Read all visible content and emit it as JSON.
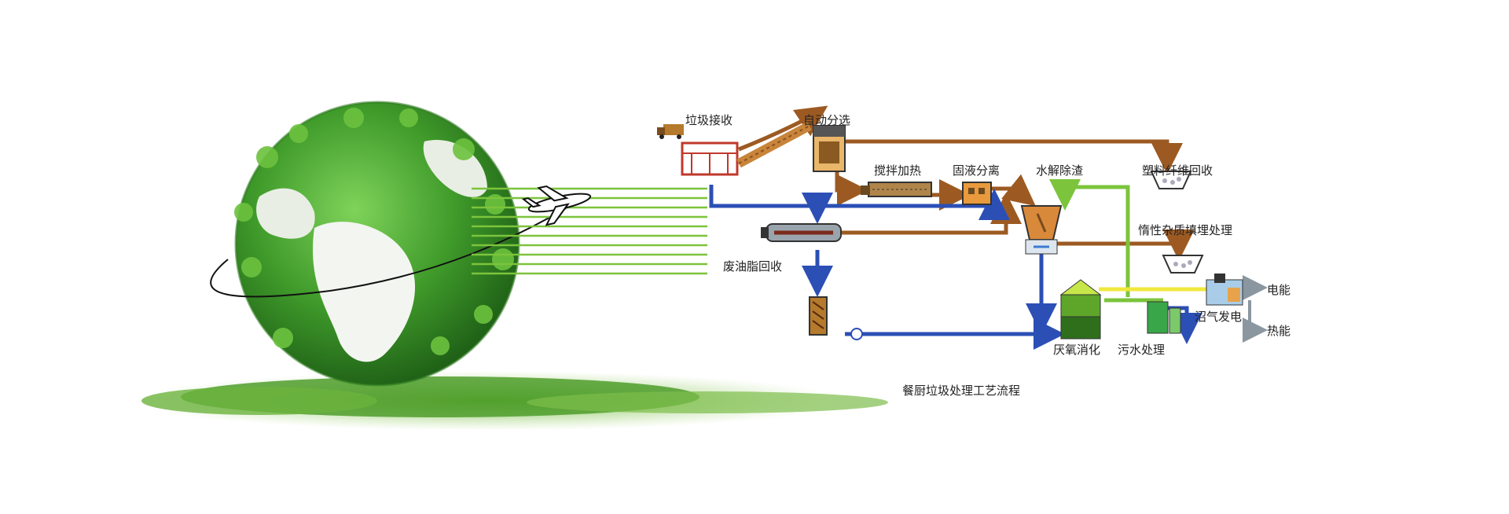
{
  "diagram": {
    "caption": "餐厨垃圾处理工艺流程",
    "nodes": {
      "receive": "垃圾接收",
      "sort": "自动分选",
      "mix_heat": "搅拌加热",
      "solid_liquid": "固液分离",
      "hydrolysis": "水解除渣",
      "plastic_fiber": "塑料纤维回收",
      "inert_landfill": "惰性杂质填埋处理",
      "oil_recovery": "废油脂回收",
      "anaerobic": "厌氧消化",
      "sewage": "污水处理",
      "biogas_power": "沼气发电",
      "electricity": "电能",
      "heat": "热能"
    }
  },
  "colors": {
    "brown_flow": "#9c5a22",
    "blue_flow": "#2b4fb5",
    "green_flow": "#7cc43c",
    "yellow_flow": "#f0e83c",
    "gray_flow": "#8a97a0",
    "globe_green": "#3f9a2a"
  },
  "icons": [
    "truck-icon",
    "airplane-icon",
    "globe-illustration",
    "grass-illustration"
  ]
}
